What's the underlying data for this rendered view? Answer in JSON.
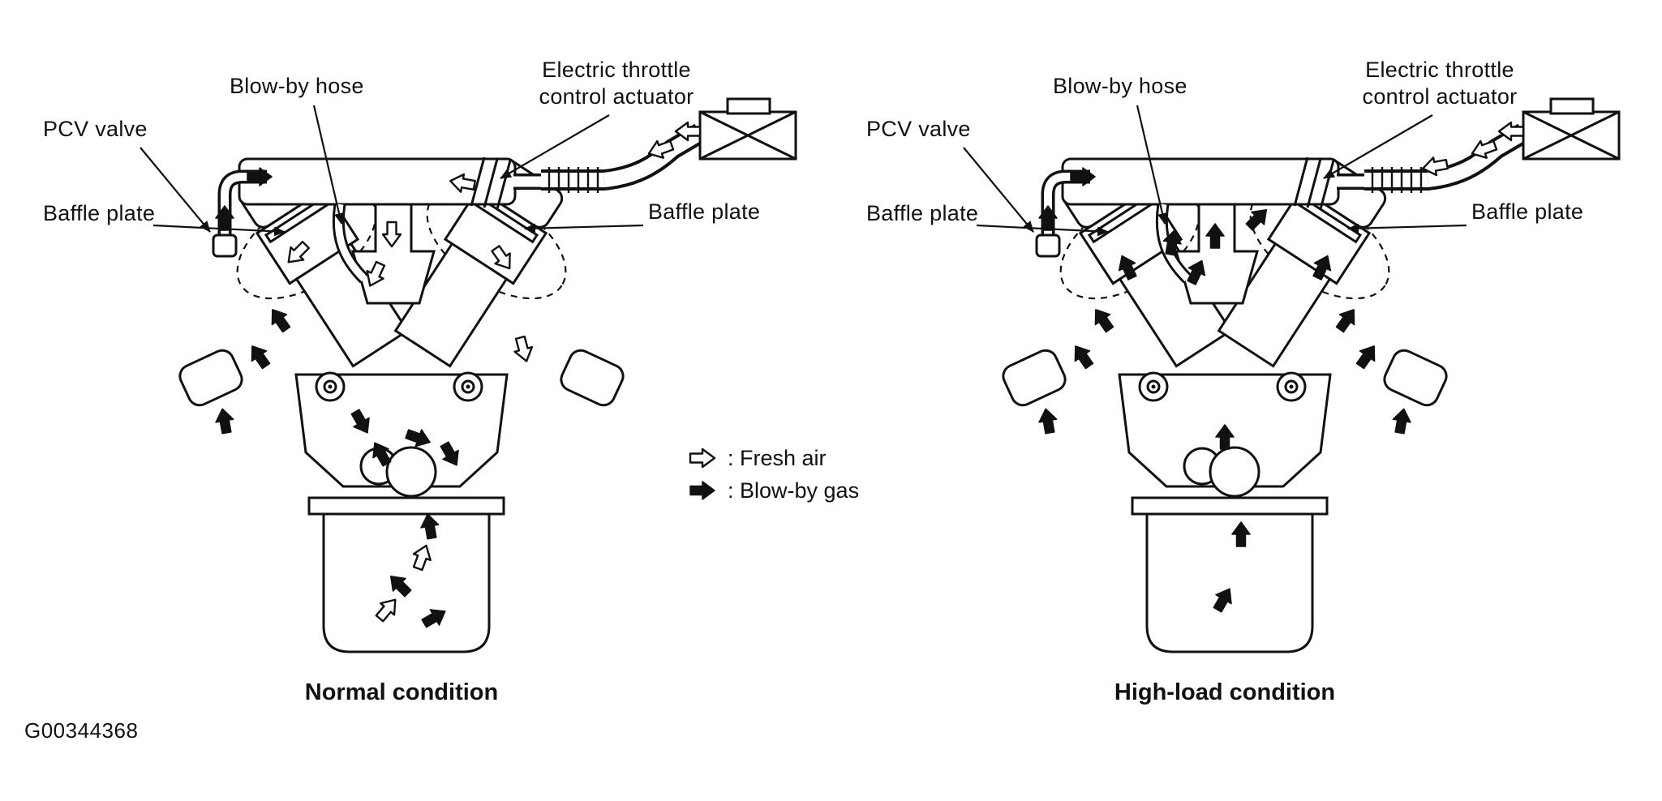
{
  "figure": {
    "id": "G00344368"
  },
  "labels": {
    "pcv_valve": "PCV valve",
    "blow_by_hose": "Blow-by hose",
    "throttle_line1": "Electric throttle",
    "throttle_line2": "control actuator",
    "baffle_plate_left": "Baffle plate",
    "baffle_plate_right": "Baffle plate"
  },
  "legend": {
    "fresh_air": ": Fresh air",
    "blow_by_gas": ": Blow-by gas"
  },
  "diagrams": {
    "normal": {
      "caption": "Normal condition"
    },
    "high_load": {
      "caption": "High-load condition"
    }
  },
  "colors": {
    "ink": "#111111",
    "background": "#ffffff"
  }
}
